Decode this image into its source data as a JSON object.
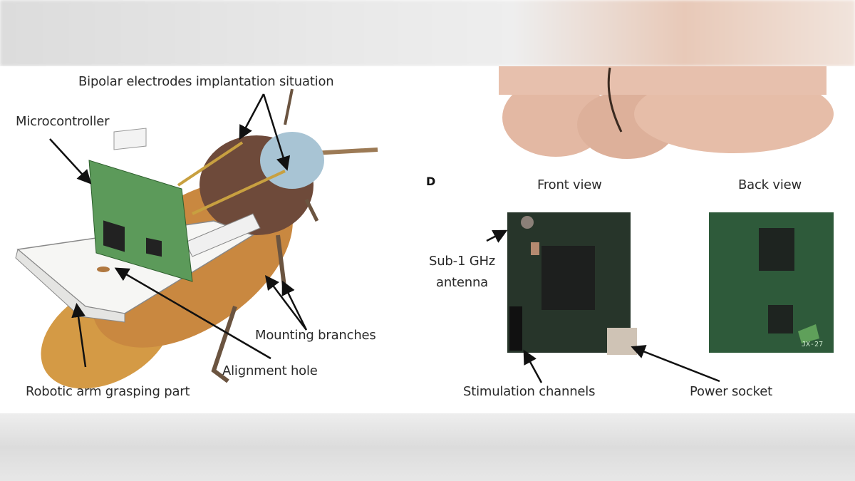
{
  "figure": {
    "left_panel": {
      "labels": {
        "electrodes": "Bipolar electrodes implantation situation",
        "microcontroller": "Microcontroller",
        "mounting": "Mounting branches",
        "alignment": "Alignment hole",
        "robotic_arm": "Robotic arm grasping part"
      }
    },
    "right_panel": {
      "panel_letter": "D",
      "front_view": "Front view",
      "back_view": "Back view",
      "antenna_line1": "Sub-1 GHz",
      "antenna_line2": "antenna",
      "stimulation": "Stimulation channels",
      "power": "Power socket",
      "board_marking": "JX-27"
    }
  }
}
